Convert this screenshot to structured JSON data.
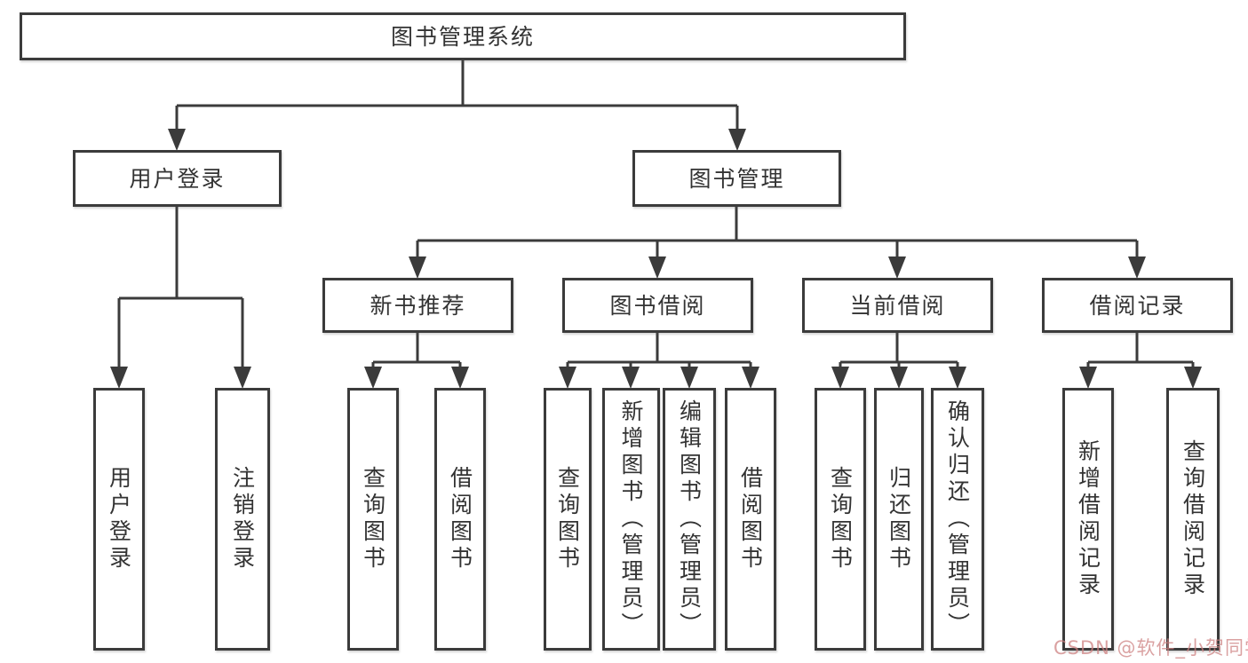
{
  "diagram": {
    "title": "图书管理系统",
    "level2": {
      "user_login": "用户登录",
      "book_management": "图书管理"
    },
    "level3": {
      "new_book_recommend": "新书推荐",
      "book_borrow": "图书借阅",
      "current_borrow": "当前借阅",
      "borrow_record": "借阅记录"
    },
    "leaves": {
      "user_login": "用户登录",
      "logout": "注销登录",
      "nbr_query_book": "查询图书",
      "nbr_borrow_book": "借阅图书",
      "bb_query_book": "查询图书",
      "bb_add_book": "新增图书（管理员）",
      "bb_edit_book": "编辑图书（管理员）",
      "bb_borrow_book": "借阅图书",
      "cb_query_book": "查询图书",
      "cb_return_book": "归还图书",
      "cb_confirm_return": "确认归还（管理员）",
      "br_add_record": "新增借阅记录",
      "br_query_record": "查询借阅记录"
    },
    "watermark": "CSDN @软件_小贺同学"
  },
  "colors": {
    "line": "#3b3b3b",
    "text": "#333333",
    "background": "#ffffff",
    "watermark": "#ce8282"
  }
}
